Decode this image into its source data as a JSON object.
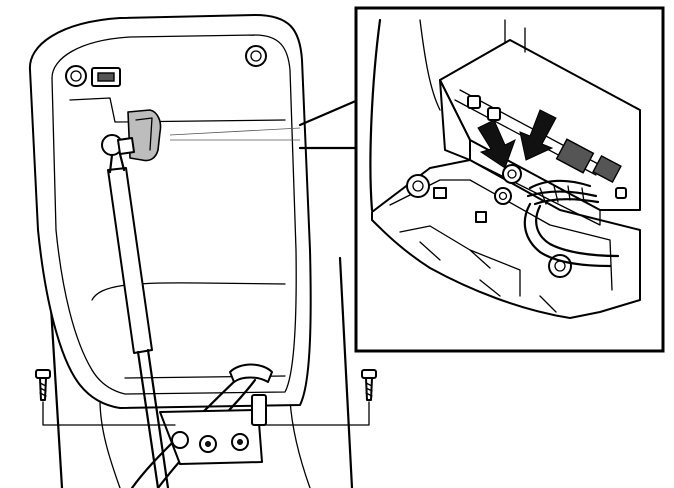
{
  "figure": {
    "colors": {
      "line": "#000000",
      "background": "#ffffff",
      "component_fill": "#bdbdbd",
      "arrow_fill": "#111111"
    },
    "parts": {
      "lid": "armrest-lid",
      "strut": "gas-strut",
      "bracket": "strut-bracket",
      "screws": [
        "screw-left",
        "screw-right"
      ],
      "inset": "connector-detail-inset",
      "arrows": 2
    }
  }
}
